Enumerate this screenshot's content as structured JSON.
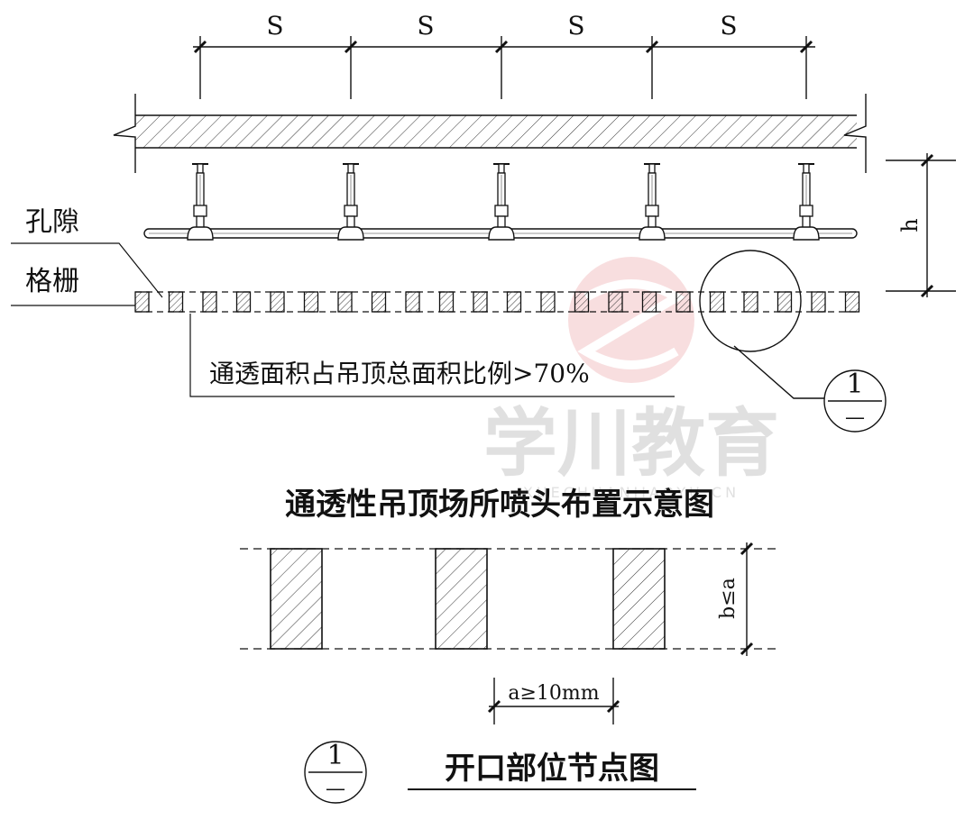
{
  "labels": {
    "span": "S",
    "height": "h",
    "pore": "孔隙",
    "grille": "格栅",
    "ratio_note": "通透面积占吊顶总面积比例>70%",
    "detail_mark_num": "1",
    "detail_mark_sheet": "—",
    "title_layout": "通透性吊顶场所喷头布置示意图",
    "b_dim": "b≤a",
    "a_dim": "a≥10mm",
    "title_detail": "开口部位节点图"
  },
  "watermark": {
    "text": "学川教育",
    "sub": "XUECHUANJIAOYU.CN"
  },
  "colors": {
    "ink": "#111111",
    "hatch": "#333333",
    "watermark_red": "#d9414a",
    "watermark_gray": "#c8c8c8"
  },
  "layout_counts": {
    "sprinkler_count": 5,
    "span_count": 4,
    "grille_bar_count": 22,
    "detail_bar_count": 3
  }
}
